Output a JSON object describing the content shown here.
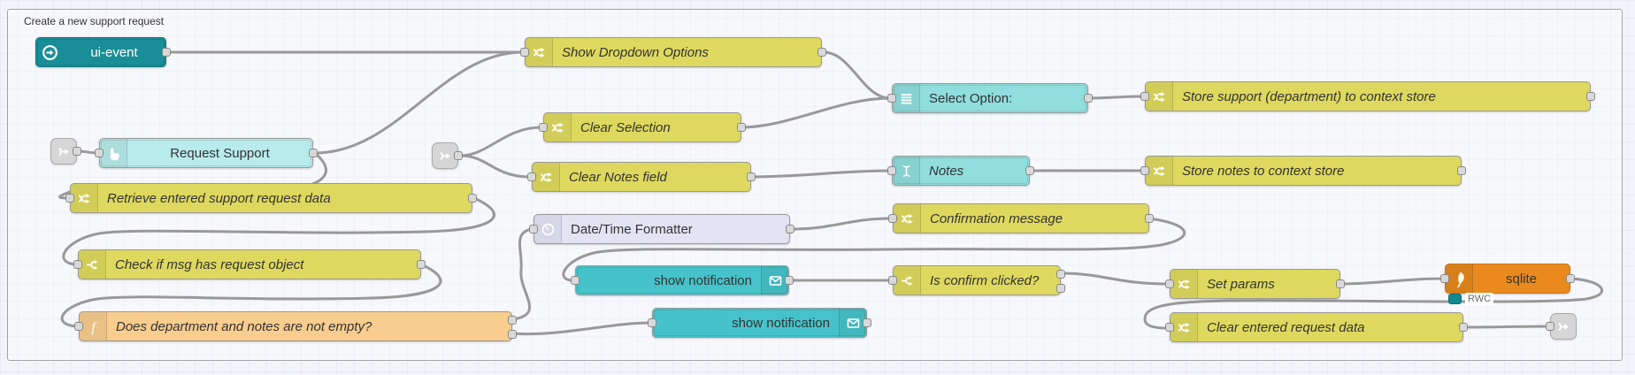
{
  "group": {
    "title": "Create a new support request"
  },
  "nodes": {
    "ui_event": {
      "label": "ui-event",
      "type": "ui-event",
      "icon": "circle-arrow-right-icon"
    },
    "request_support": {
      "label": "Request Support",
      "type": "ui-button",
      "icon": "hand-pointer-icon"
    },
    "show_dropdown_options": {
      "label": "Show Dropdown Options",
      "type": "change",
      "icon": "shuffle-icon"
    },
    "clear_selection": {
      "label": "Clear Selection",
      "type": "change",
      "icon": "shuffle-icon"
    },
    "clear_notes_field": {
      "label": "Clear Notes field",
      "type": "change",
      "icon": "shuffle-icon"
    },
    "select_option": {
      "label": "Select Option:",
      "type": "ui-dropdown",
      "icon": "menu-icon"
    },
    "notes": {
      "label": "Notes",
      "type": "ui-text-input",
      "icon": "text-cursor-icon"
    },
    "store_support": {
      "label": "Store support (department) to context store",
      "type": "change",
      "icon": "shuffle-icon"
    },
    "store_notes": {
      "label": "Store notes to context store",
      "type": "change",
      "icon": "shuffle-icon"
    },
    "retrieve_data": {
      "label": "Retrieve entered support request data",
      "type": "change",
      "icon": "shuffle-icon"
    },
    "datetime_formatter": {
      "label": "Date/Time Formatter",
      "type": "datetime",
      "icon": "clock-icon"
    },
    "confirmation_message": {
      "label": "Confirmation message",
      "type": "change",
      "icon": "shuffle-icon"
    },
    "check_request": {
      "label": "Check if msg has request object",
      "type": "switch",
      "icon": "switch-icon"
    },
    "show_notification_1": {
      "label": "show notification",
      "type": "ui-notification",
      "icon": "envelope-icon"
    },
    "is_confirm_clicked": {
      "label": "Is confirm clicked?",
      "type": "switch",
      "icon": "switch-icon"
    },
    "set_params": {
      "label": "Set params",
      "type": "change",
      "icon": "shuffle-icon"
    },
    "sqlite": {
      "label": "sqlite",
      "status": "RWC",
      "type": "sqlite",
      "icon": "feather-icon"
    },
    "does_dept_notes": {
      "label": "Does department and notes are not empty?",
      "type": "function",
      "icon": "function-icon"
    },
    "show_notification_2": {
      "label": "show notification",
      "type": "ui-notification",
      "icon": "envelope-icon"
    },
    "clear_entered": {
      "label": "Clear entered request data",
      "type": "change",
      "icon": "shuffle-icon"
    },
    "link_in_a": {
      "label": "",
      "type": "link-in",
      "icon": "link-arrow-icon"
    },
    "link_in_b": {
      "label": "",
      "type": "link-in",
      "icon": "link-arrow-icon"
    },
    "link_out": {
      "label": "",
      "type": "link-out",
      "icon": "link-arrow-icon"
    }
  },
  "connections": [
    {
      "from": "ui_event",
      "to": "show_dropdown_options"
    },
    {
      "from": "request_support",
      "to": "show_dropdown_options"
    },
    {
      "from": "request_support",
      "to": "retrieve_data"
    },
    {
      "from": "link_in_a",
      "to": "request_support"
    },
    {
      "from": "link_in_b",
      "to": "clear_selection"
    },
    {
      "from": "link_in_b",
      "to": "clear_notes_field"
    },
    {
      "from": "show_dropdown_options",
      "to": "select_option"
    },
    {
      "from": "clear_selection",
      "to": "select_option"
    },
    {
      "from": "clear_notes_field",
      "to": "notes"
    },
    {
      "from": "select_option",
      "to": "store_support"
    },
    {
      "from": "notes",
      "to": "store_notes"
    },
    {
      "from": "retrieve_data",
      "to": "check_request"
    },
    {
      "from": "check_request",
      "to": "does_dept_notes"
    },
    {
      "from": "does_dept_notes",
      "to": "datetime_formatter"
    },
    {
      "from": "does_dept_notes",
      "to": "show_notification_2"
    },
    {
      "from": "datetime_formatter",
      "to": "confirmation_message"
    },
    {
      "from": "confirmation_message",
      "to": "show_notification_1"
    },
    {
      "from": "show_notification_1",
      "to": "is_confirm_clicked"
    },
    {
      "from": "is_confirm_clicked",
      "to": "set_params"
    },
    {
      "from": "set_params",
      "to": "sqlite"
    },
    {
      "from": "sqlite",
      "to": "clear_entered"
    },
    {
      "from": "clear_entered",
      "to": "link_out"
    }
  ],
  "colors": {
    "change_node": "#ded95e",
    "function_node": "#f8cd8d",
    "datetime_node": "#e4e3f4",
    "ui_event_node": "#1a8e96",
    "ui_button_node": "#b8ebeb",
    "ui_field_node": "#90dede",
    "notification_node": "#46c3ca",
    "sqlite_node": "#ea8a1e",
    "link_node": "#d6d6d6",
    "wire": "#999999",
    "canvas": "#f3f4fa",
    "status_dot": "#128792"
  }
}
